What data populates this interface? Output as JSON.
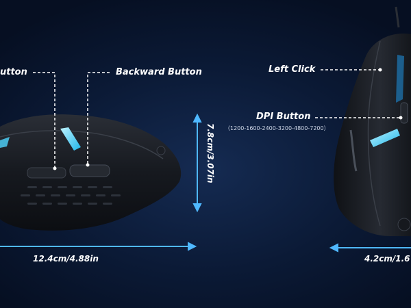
{
  "labels": {
    "forward_button": "utton",
    "backward_button": "Backward Button",
    "left_click": "Left Click",
    "dpi_button": "DPI Button",
    "dpi_levels": "（1200-1600-2400-3200-4800-7200）"
  },
  "dimensions": {
    "length": "12.4cm/4.88in",
    "height": "7.8cm/3.07in",
    "width": "4.2cm/1.6"
  },
  "colors": {
    "background": "#0b1a36",
    "accent_cyan": "#4fd6ff",
    "dimension_line": "#4fb8ff",
    "mouse_body": "#1b1e24"
  }
}
